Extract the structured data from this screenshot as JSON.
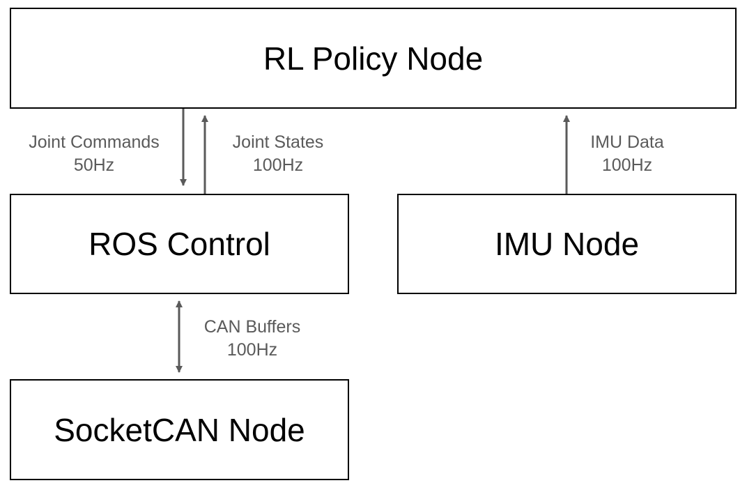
{
  "nodes": {
    "rl_policy": "RL Policy Node",
    "ros_control": "ROS Control",
    "imu": "IMU Node",
    "socketcan": "SocketCAN Node"
  },
  "edges": {
    "joint_commands": {
      "name": "Joint Commands",
      "rate": "50Hz"
    },
    "joint_states": {
      "name": "Joint States",
      "rate": "100Hz"
    },
    "imu_data": {
      "name": "IMU Data",
      "rate": "100Hz"
    },
    "can_buffers": {
      "name": "CAN Buffers",
      "rate": "100Hz"
    }
  },
  "colors": {
    "node_border": "#000000",
    "edge": "#5a5a5a",
    "label": "#5a5a5a"
  }
}
